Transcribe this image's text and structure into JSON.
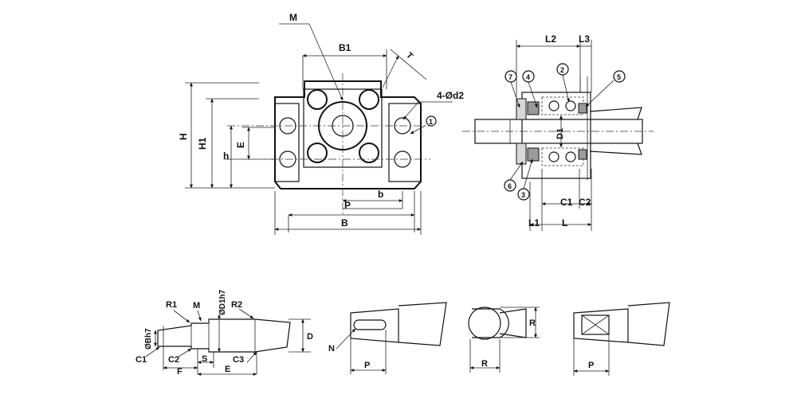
{
  "front_view": {
    "labels": {
      "M": "M",
      "B1": "B1",
      "T": "T",
      "d2": "4-Ød2",
      "part1": "1",
      "H": "H",
      "H1": "H1",
      "h": "h",
      "E": "E",
      "P": "P",
      "b": "b",
      "B": "B"
    }
  },
  "side_view": {
    "labels": {
      "L2": "L2",
      "L3": "L3",
      "part7": "7",
      "part4": "4",
      "part2": "2",
      "part5": "5",
      "D1": "D1",
      "part6": "6",
      "part3": "3",
      "C1": "C1",
      "C2": "C2",
      "L1": "L1",
      "L": "L"
    }
  },
  "shaft_detail": {
    "labels": {
      "R1": "R1",
      "M": "M",
      "D1h7": "ØD1h7",
      "R2": "R2",
      "Bh7": "ØBh7",
      "D": "D",
      "C1": "C1",
      "C2": "C2",
      "S": "S",
      "C3": "C3",
      "F": "F",
      "E": "E"
    }
  },
  "key_detail": {
    "labels": {
      "N": "N",
      "P": "P"
    }
  },
  "flat_detail": {
    "labels": {
      "R_side": "R",
      "R_bottom": "R"
    }
  },
  "cross_detail": {
    "labels": {
      "P": "P"
    }
  }
}
